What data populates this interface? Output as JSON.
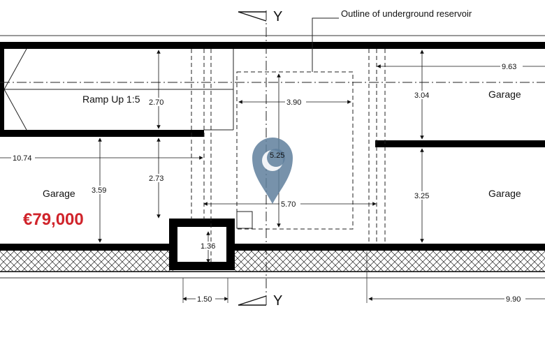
{
  "labels": {
    "axis_top": "Y",
    "axis_bottom": "Y",
    "reservoir_note": "Outline of underground reservoir",
    "ramp": "Ramp Up 1:5",
    "garage_left": "Garage",
    "garage_right_top": "Garage",
    "garage_right_bottom": "Garage",
    "price": "€79,000"
  },
  "dimensions": {
    "d_963": "9.63",
    "d_270": "2.70",
    "d_390": "3.90",
    "d_304": "3.04",
    "d_1074": "10.74",
    "d_525": "5.25",
    "d_273": "2.73",
    "d_359": "3.59",
    "d_570": "5.70",
    "d_325": "3.25",
    "d_136": "1.36",
    "d_150": "1.50",
    "d_990": "9.90"
  },
  "colors": {
    "price": "#d0242b",
    "pin": "#5f7f9c",
    "ink": "#000000"
  },
  "icons": {
    "pin": "map-pin-icon"
  }
}
